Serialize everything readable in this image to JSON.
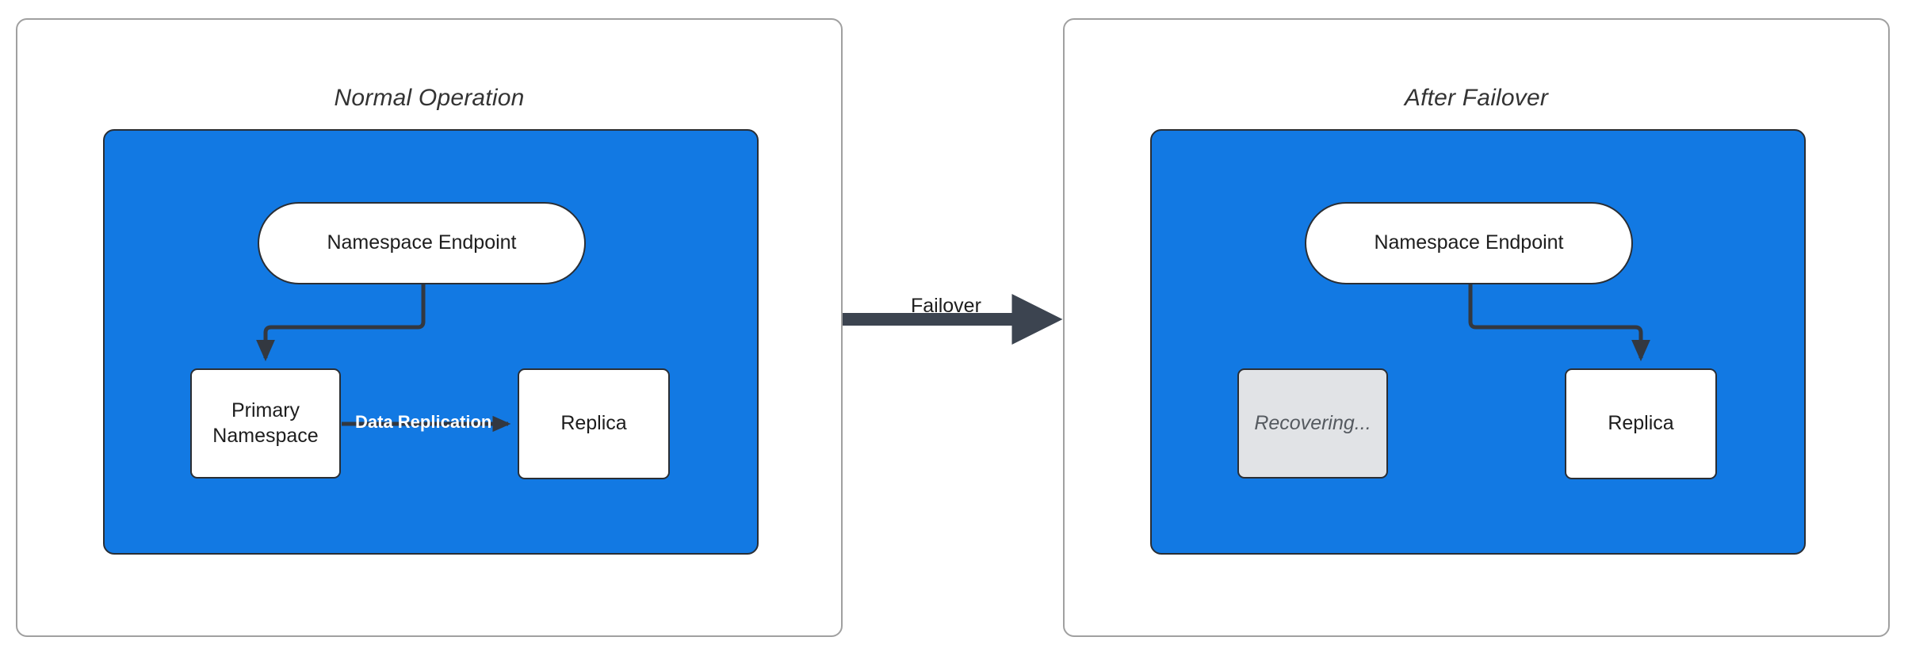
{
  "diagram": {
    "title": "Namespace Failover Diagram",
    "background_color": "#ffffff",
    "accent_blue": "#1279e3",
    "node_stroke": "#2a2e34",
    "edge_color": "#333840",
    "dim_fill": "#e1e3e6"
  },
  "panels": [
    {
      "id": "normal-operation",
      "title": "Normal Operation",
      "cluster_color": "#1279e3",
      "nodes": [
        {
          "id": "namespace-endpoint-left",
          "label": "Namespace Endpoint",
          "shape": "stadium",
          "state": "active"
        },
        {
          "id": "primary-namespace",
          "label": "Primary Namespace",
          "shape": "rect",
          "state": "active"
        },
        {
          "id": "replica-left",
          "label": "Replica",
          "shape": "rect",
          "state": "active"
        }
      ],
      "edges": [
        {
          "from": "namespace-endpoint-left",
          "to": "primary-namespace",
          "label": ""
        },
        {
          "from": "primary-namespace",
          "to": "replica-left",
          "label": "Data Replication"
        }
      ]
    },
    {
      "id": "after-failover",
      "title": "After Failover",
      "cluster_color": "#1279e3",
      "nodes": [
        {
          "id": "namespace-endpoint-right",
          "label": "Namespace Endpoint",
          "shape": "stadium",
          "state": "active"
        },
        {
          "id": "recovering",
          "label": "Recovering...",
          "shape": "rect",
          "state": "dimmed"
        },
        {
          "id": "replica-right",
          "label": "Replica",
          "shape": "rect",
          "state": "active"
        }
      ],
      "edges": [
        {
          "from": "namespace-endpoint-right",
          "to": "replica-right",
          "label": ""
        }
      ]
    }
  ],
  "transition": {
    "label": "Failover",
    "from_panel": "normal-operation",
    "to_panel": "after-failover",
    "style": "thick-arrow"
  }
}
